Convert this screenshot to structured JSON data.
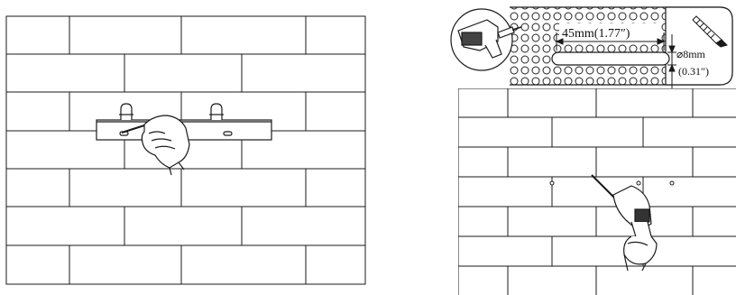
{
  "left_panel": {
    "step": "mark-holes",
    "icon": "hand-pencil-marking-icon"
  },
  "right_panel": {
    "step": "drill-holes",
    "icon": "hand-drill-icon",
    "callout": {
      "spacing_label": "45mm(1.77″)",
      "bit_diameter_label": "⌀8mm",
      "bit_diameter_inch_label": "(0.31″)",
      "drill_icon": "power-drill-icon",
      "bit_icon": "drill-bit-icon"
    }
  },
  "colors": {
    "line": "#1a1a1a",
    "background": "#ffffff"
  }
}
